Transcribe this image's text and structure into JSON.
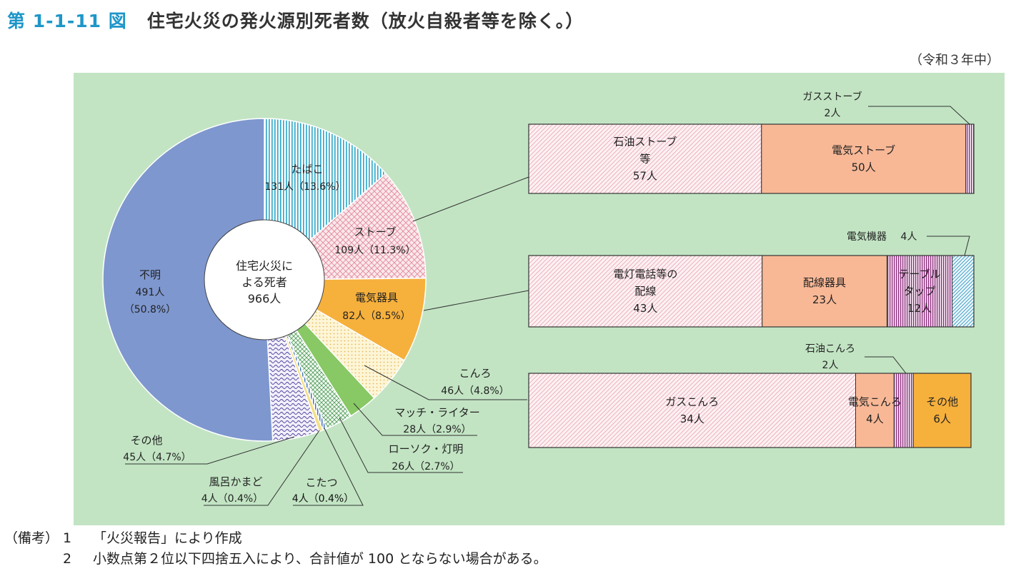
{
  "figure": {
    "number": "第 1-1-11 図",
    "title": "住宅火災の発火源別死者数（放火自殺者等を除く。）",
    "period": "（令和３年中）"
  },
  "colors": {
    "panel": "#c2e4c3",
    "blue": "#7e97cf",
    "orange": "#f6b03c",
    "salmon": "#f8b896",
    "green": "#88c865",
    "title_blue": "#1e96c8"
  },
  "chart_data": [
    {
      "type": "pie",
      "center_label": [
        "住宅火災に",
        "よる死者",
        "966人"
      ],
      "total": 966,
      "unit": "人",
      "slices": [
        {
          "key": "tobacco",
          "label": "たばこ",
          "value": 131,
          "value_text": "131人（13.6%）",
          "fill": "tobacco"
        },
        {
          "key": "stove",
          "label": "ストーブ",
          "value": 109,
          "value_text": "109人（11.3%）",
          "fill": "stove"
        },
        {
          "key": "electric",
          "label": "電気器具",
          "value": 82,
          "value_text": "82人（8.5%）",
          "fill": "electric"
        },
        {
          "key": "konro",
          "label": "こんろ",
          "value": 46,
          "value_text": "46人（4.8%）",
          "fill": "konro"
        },
        {
          "key": "match",
          "label": "マッチ・ライター",
          "value": 28,
          "value_text": "28人（2.9%）",
          "fill": "match"
        },
        {
          "key": "candle",
          "label": "ローソク・灯明",
          "value": 26,
          "value_text": "26人（2.7%）",
          "fill": "candle"
        },
        {
          "key": "kotatsu",
          "label": "こたつ",
          "value": 4,
          "value_text": "4人（0.4%）",
          "fill": "kotatsu"
        },
        {
          "key": "furo",
          "label": "風呂かまど",
          "value": 4,
          "value_text": "4人（0.4%）",
          "fill": "furo"
        },
        {
          "key": "other",
          "label": "その他",
          "value": 45,
          "value_text": "45人（4.7%）",
          "fill": "other"
        },
        {
          "key": "unknown",
          "label": "不明",
          "value": 491,
          "value_text": "491人",
          "value_text2": "（50.8%）",
          "fill": "unknown"
        }
      ]
    },
    {
      "type": "bar",
      "stacked": true,
      "orientation": "horizontal",
      "source": "ストーブ",
      "segments": [
        {
          "label": [
            "石油ストーブ",
            "等"
          ],
          "value": 57,
          "value_text": "57人",
          "fill": "pinkdiag"
        },
        {
          "label": [
            "電気ストーブ"
          ],
          "value": 50,
          "value_text": "50人",
          "fill": "salmon"
        },
        {
          "label": [
            "ガスストーブ"
          ],
          "value": 2,
          "value_text": "2人",
          "fill": "purple"
        }
      ]
    },
    {
      "type": "bar",
      "stacked": true,
      "orientation": "horizontal",
      "source": "電気器具",
      "segments": [
        {
          "label": [
            "電灯電話等の",
            "配線"
          ],
          "value": 43,
          "value_text": "43人",
          "fill": "pinkdiag"
        },
        {
          "label": [
            "配線器具"
          ],
          "value": 23,
          "value_text": "23人",
          "fill": "salmon"
        },
        {
          "label": [
            "テーブル",
            "タップ"
          ],
          "value": 12,
          "value_text": "12人",
          "fill": "purple"
        },
        {
          "label": [
            "電気機器"
          ],
          "value": 4,
          "value_text": "4人",
          "fill": "bluediag"
        }
      ]
    },
    {
      "type": "bar",
      "stacked": true,
      "orientation": "horizontal",
      "source": "こんろ",
      "segments": [
        {
          "label": [
            "ガスこんろ"
          ],
          "value": 34,
          "value_text": "34人",
          "fill": "pinkdiag"
        },
        {
          "label": [
            "電気こんろ"
          ],
          "value": 4,
          "value_text": "4人",
          "fill": "salmon"
        },
        {
          "label": [
            "石油こんろ"
          ],
          "value": 2,
          "value_text": "2人",
          "fill": "purple"
        },
        {
          "label": [
            "その他"
          ],
          "value": 6,
          "value_text": "6人",
          "fill": "orange"
        }
      ]
    }
  ],
  "notes": {
    "prefix": "（備考）",
    "items": [
      {
        "num": "1",
        "text": "「火災報告」により作成"
      },
      {
        "num": "2",
        "text": "小数点第２位以下四捨五入により、合計値が 100 とならない場合がある。"
      }
    ]
  }
}
